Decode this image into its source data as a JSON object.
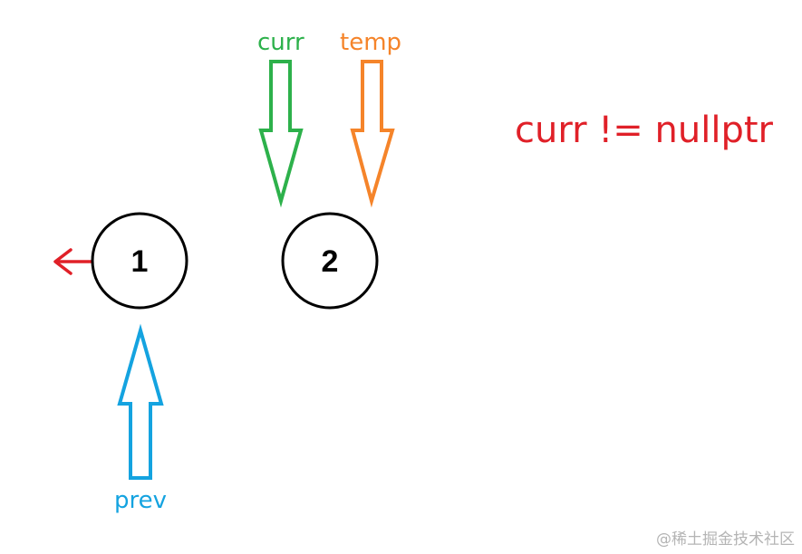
{
  "labels": {
    "curr": "curr",
    "temp": "temp",
    "prev": "prev"
  },
  "nodes": [
    {
      "value": "1"
    },
    {
      "value": "2"
    }
  ],
  "condition": "curr != nullptr",
  "watermark": "@稀土掘金技术社区",
  "colors": {
    "curr": "#2db14b",
    "temp": "#f5842a",
    "prev": "#14a3e0",
    "condition": "#e02028",
    "null_arrow": "#e02028",
    "node_stroke": "#000000"
  }
}
